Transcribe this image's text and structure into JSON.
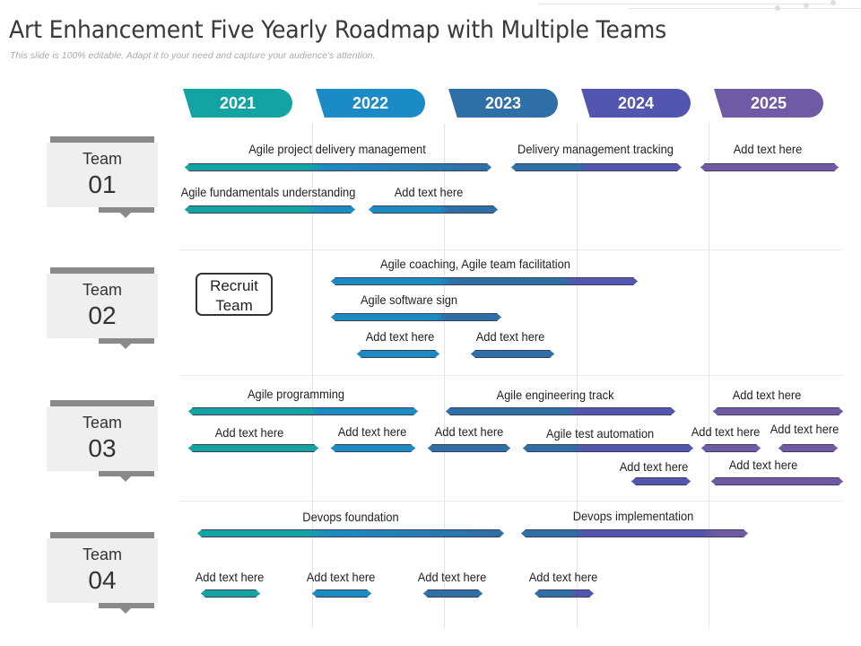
{
  "header": {
    "title": "Art Enhancement Five Yearly Roadmap with Multiple Teams",
    "subtitle": "This slide is 100% editable. Adapt it to your need and capture your audience’s attention."
  },
  "years": [
    {
      "label": "2021",
      "color": "#13a3a3"
    },
    {
      "label": "2022",
      "color": "#1a8bc5"
    },
    {
      "label": "2023",
      "color": "#2e6fa7"
    },
    {
      "label": "2024",
      "color": "#5356b0"
    },
    {
      "label": "2025",
      "color": "#6f5aa6"
    }
  ],
  "teams": [
    {
      "name": "Team",
      "number": "01"
    },
    {
      "name": "Team",
      "number": "02"
    },
    {
      "name": "Team",
      "number": "03"
    },
    {
      "name": "Team",
      "number": "04"
    }
  ],
  "recruit": {
    "line1": "Recruit",
    "line2": "Team"
  },
  "tasks": {
    "t1_agile_pdm": "Agile project delivery management",
    "t1_delivery_tracking": "Delivery management tracking",
    "t1_add_a": "Add text here",
    "t1_fundamentals": "Agile fundamentals understanding",
    "t1_add_b": "Add text here",
    "t2_coaching": "Agile coaching, Agile team facilitation",
    "t2_software": "Agile software sign",
    "t2_add_a": "Add text here",
    "t2_add_b": "Add text here",
    "t3_programming": "Agile programming",
    "t3_engineering": "Agile engineering track",
    "t3_add_a": "Add text here",
    "t3_add_b": "Add text here",
    "t3_add_c": "Add text here",
    "t3_add_d": "Add text here",
    "t3_test_auto": "Agile test automation",
    "t3_add_e": "Add text here",
    "t3_add_f": "Add text here",
    "t3_add_g": "Add text here",
    "t3_add_h": "Add text here",
    "t4_devops_found": "Devops foundation",
    "t4_devops_impl": "Devops implementation",
    "t4_add_a": "Add text here",
    "t4_add_b": "Add text here",
    "t4_add_c": "Add text here",
    "t4_add_d": "Add text here"
  }
}
